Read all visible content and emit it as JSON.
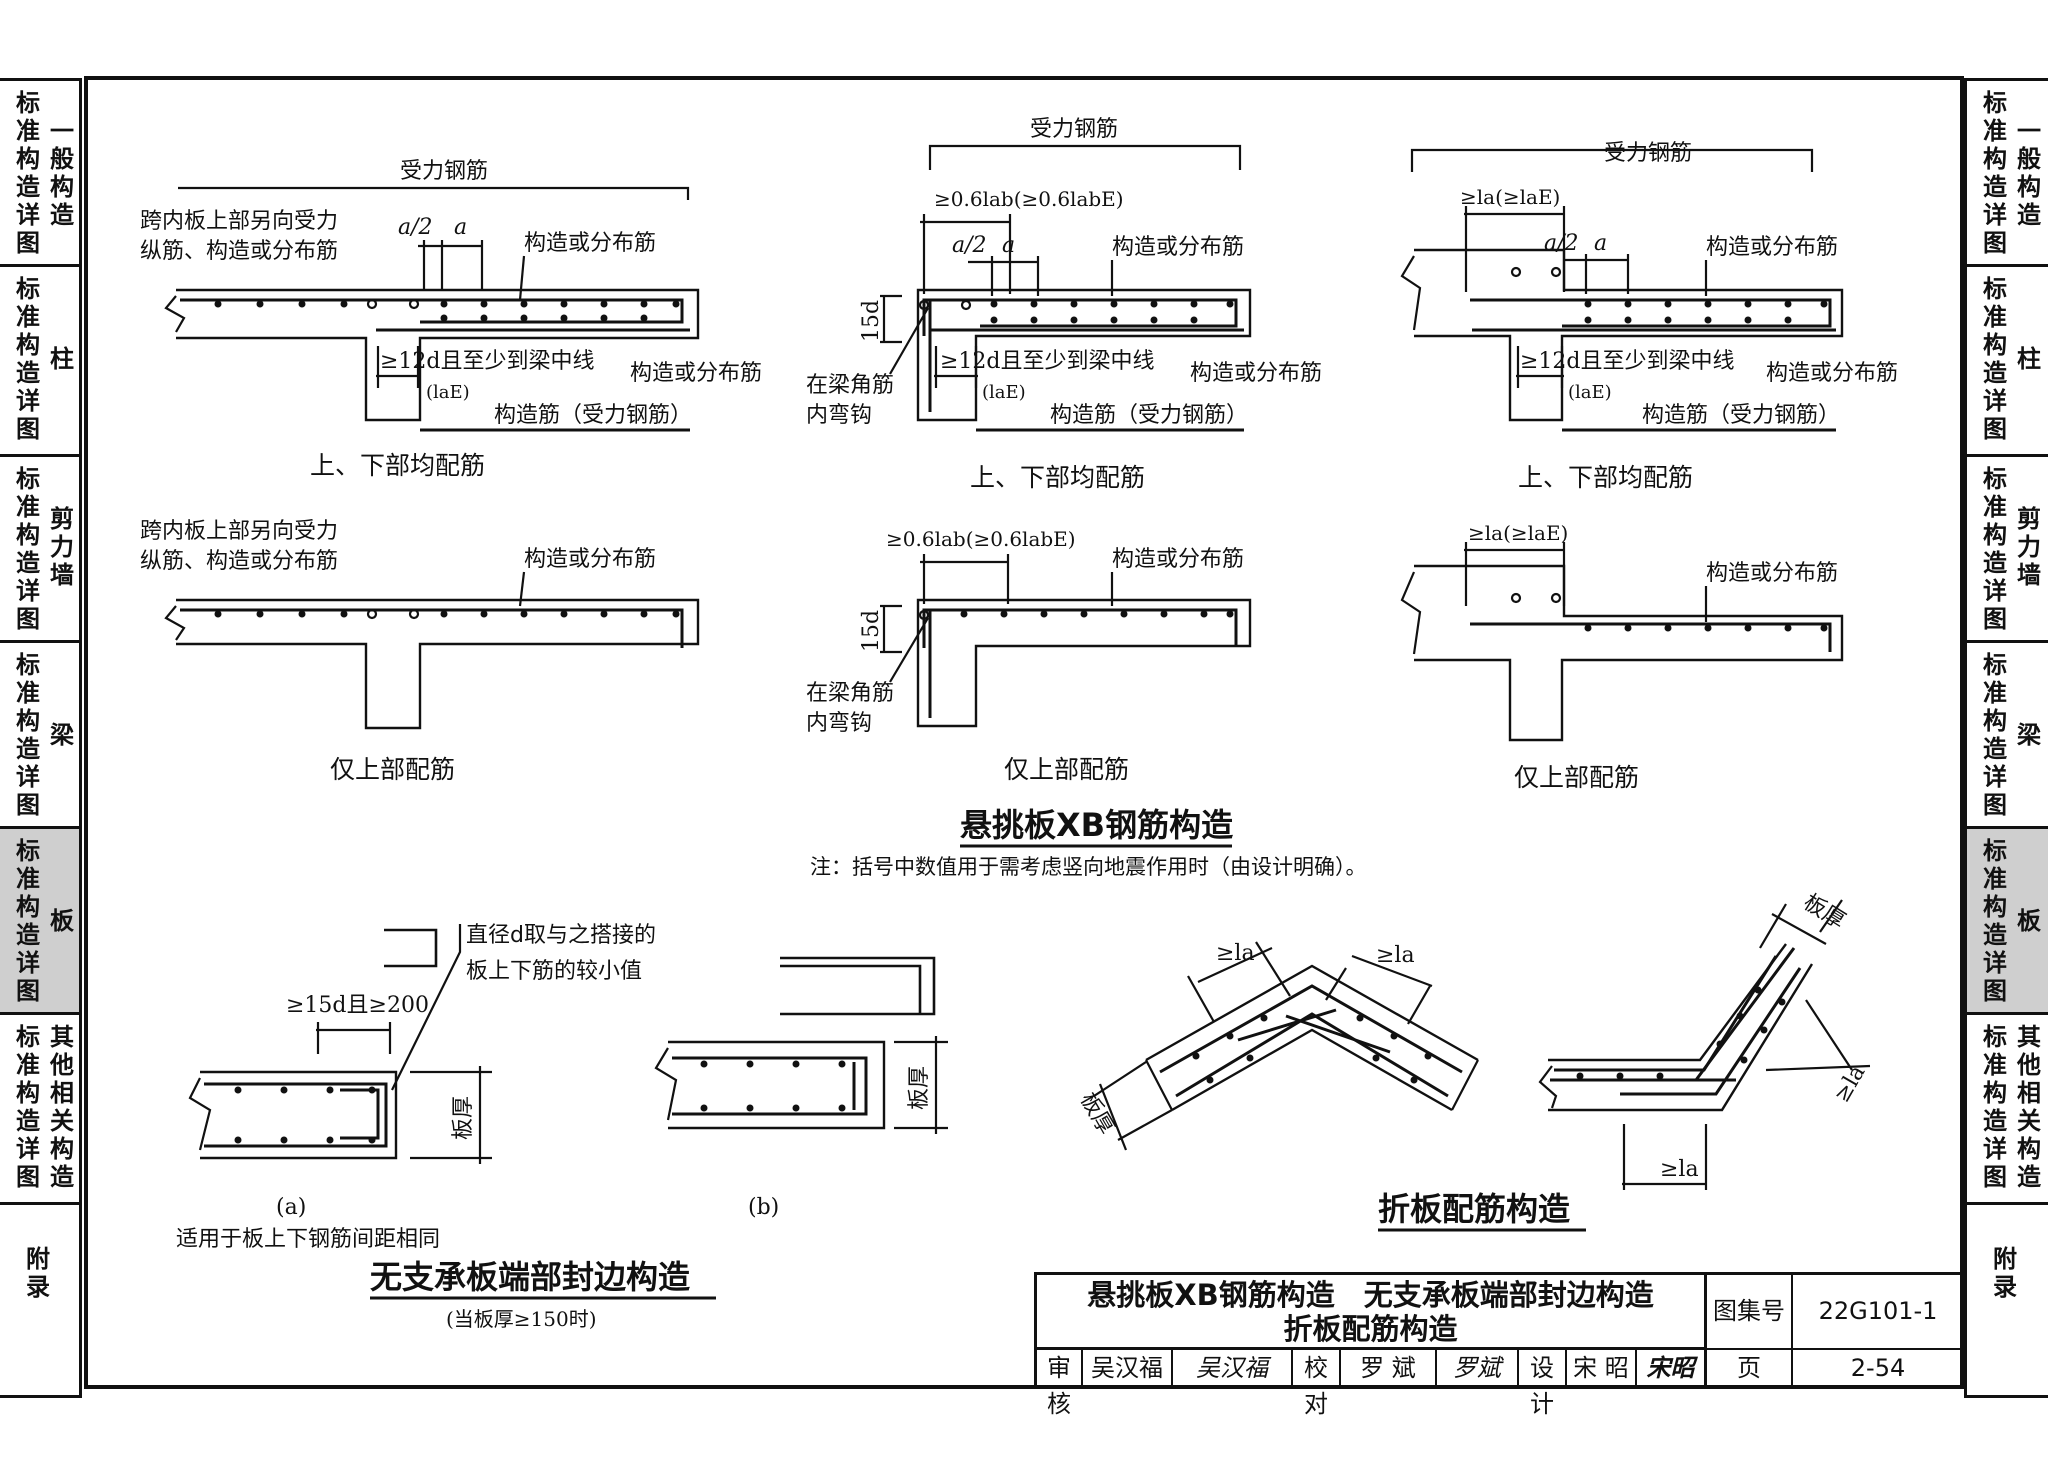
{
  "sidebar": {
    "left": [
      {
        "col1": "标\n准\n构\n造\n详\n图",
        "col2": "一\n般\n构\n造",
        "active": false
      },
      {
        "col1": "标\n准\n构\n造\n详\n图",
        "col2": "柱",
        "active": false
      },
      {
        "col1": "标\n准\n构\n造\n详\n图",
        "col2": "剪\n力\n墙",
        "active": false
      },
      {
        "col1": "标\n准\n构\n造\n详\n图",
        "col2": "梁",
        "active": false
      },
      {
        "col1": "标\n准\n构\n造\n详\n图",
        "col2": "板",
        "active": true
      },
      {
        "col1": "标\n准\n构\n造\n详\n图",
        "col2": "其\n他\n相\n关\n构\n造",
        "active": false
      },
      {
        "col1": "附\n录",
        "col2": "",
        "active": false
      }
    ]
  },
  "labels": {
    "shouli": "受力钢筋",
    "kuanei_1": "跨内板上部另向受力",
    "kuanei_2": "纵筋、构造或分布筋",
    "gouzao_fenbu": "构造或分布筋",
    "gouzao_shouli": "构造筋（受力钢筋）",
    "twelve_d": "≥12d且至少到梁中线",
    "lae_paren": "(laE)",
    "a_half": "a/2",
    "a": "a",
    "top_bottom": "上、下部均配筋",
    "top_only": "仅上部配筋",
    "zaijiao_1": "在梁角筋",
    "zaijiao_2": "内弯钩",
    "d15": "15d",
    "lab06": "≥0.6lab(≥0.6labE)",
    "la_lae": "≥la(≥laE)",
    "diam_1": "直径d取与之搭接的",
    "diam_2": "板上下筋的较小值",
    "fifteen_200": "≥15d且≥200",
    "banhou": "板厚",
    "ge_la": "≥la"
  },
  "titles": {
    "cantilever": "悬挑板XB钢筋构造",
    "note": "注：括号中数值用于需考虑竖向地震作用时（由设计明确）。",
    "sub_a": "(a)",
    "sub_b": "(b)",
    "sub_a_note": "适用于板上下钢筋间距相同",
    "edge_seal": "无支承板端部封边构造",
    "edge_seal_note": "(当板厚≥150时)",
    "folded": "折板配筋构造"
  },
  "titleblock": {
    "line1": "悬挑板XB钢筋构造　无支承板端部封边构造",
    "line2": "折板配筋构造",
    "atlas_label": "图集号",
    "atlas_no": "22G101-1",
    "review": "审核",
    "reviewer": "吴汉福",
    "reviewer_sig": "吴汉福",
    "check": "校对",
    "checker": "罗 斌",
    "checker_sig": "罗斌",
    "design": "设计",
    "designer": "宋 昭",
    "designer_sig": "宋昭",
    "page_label": "页",
    "page_no": "2-54"
  }
}
